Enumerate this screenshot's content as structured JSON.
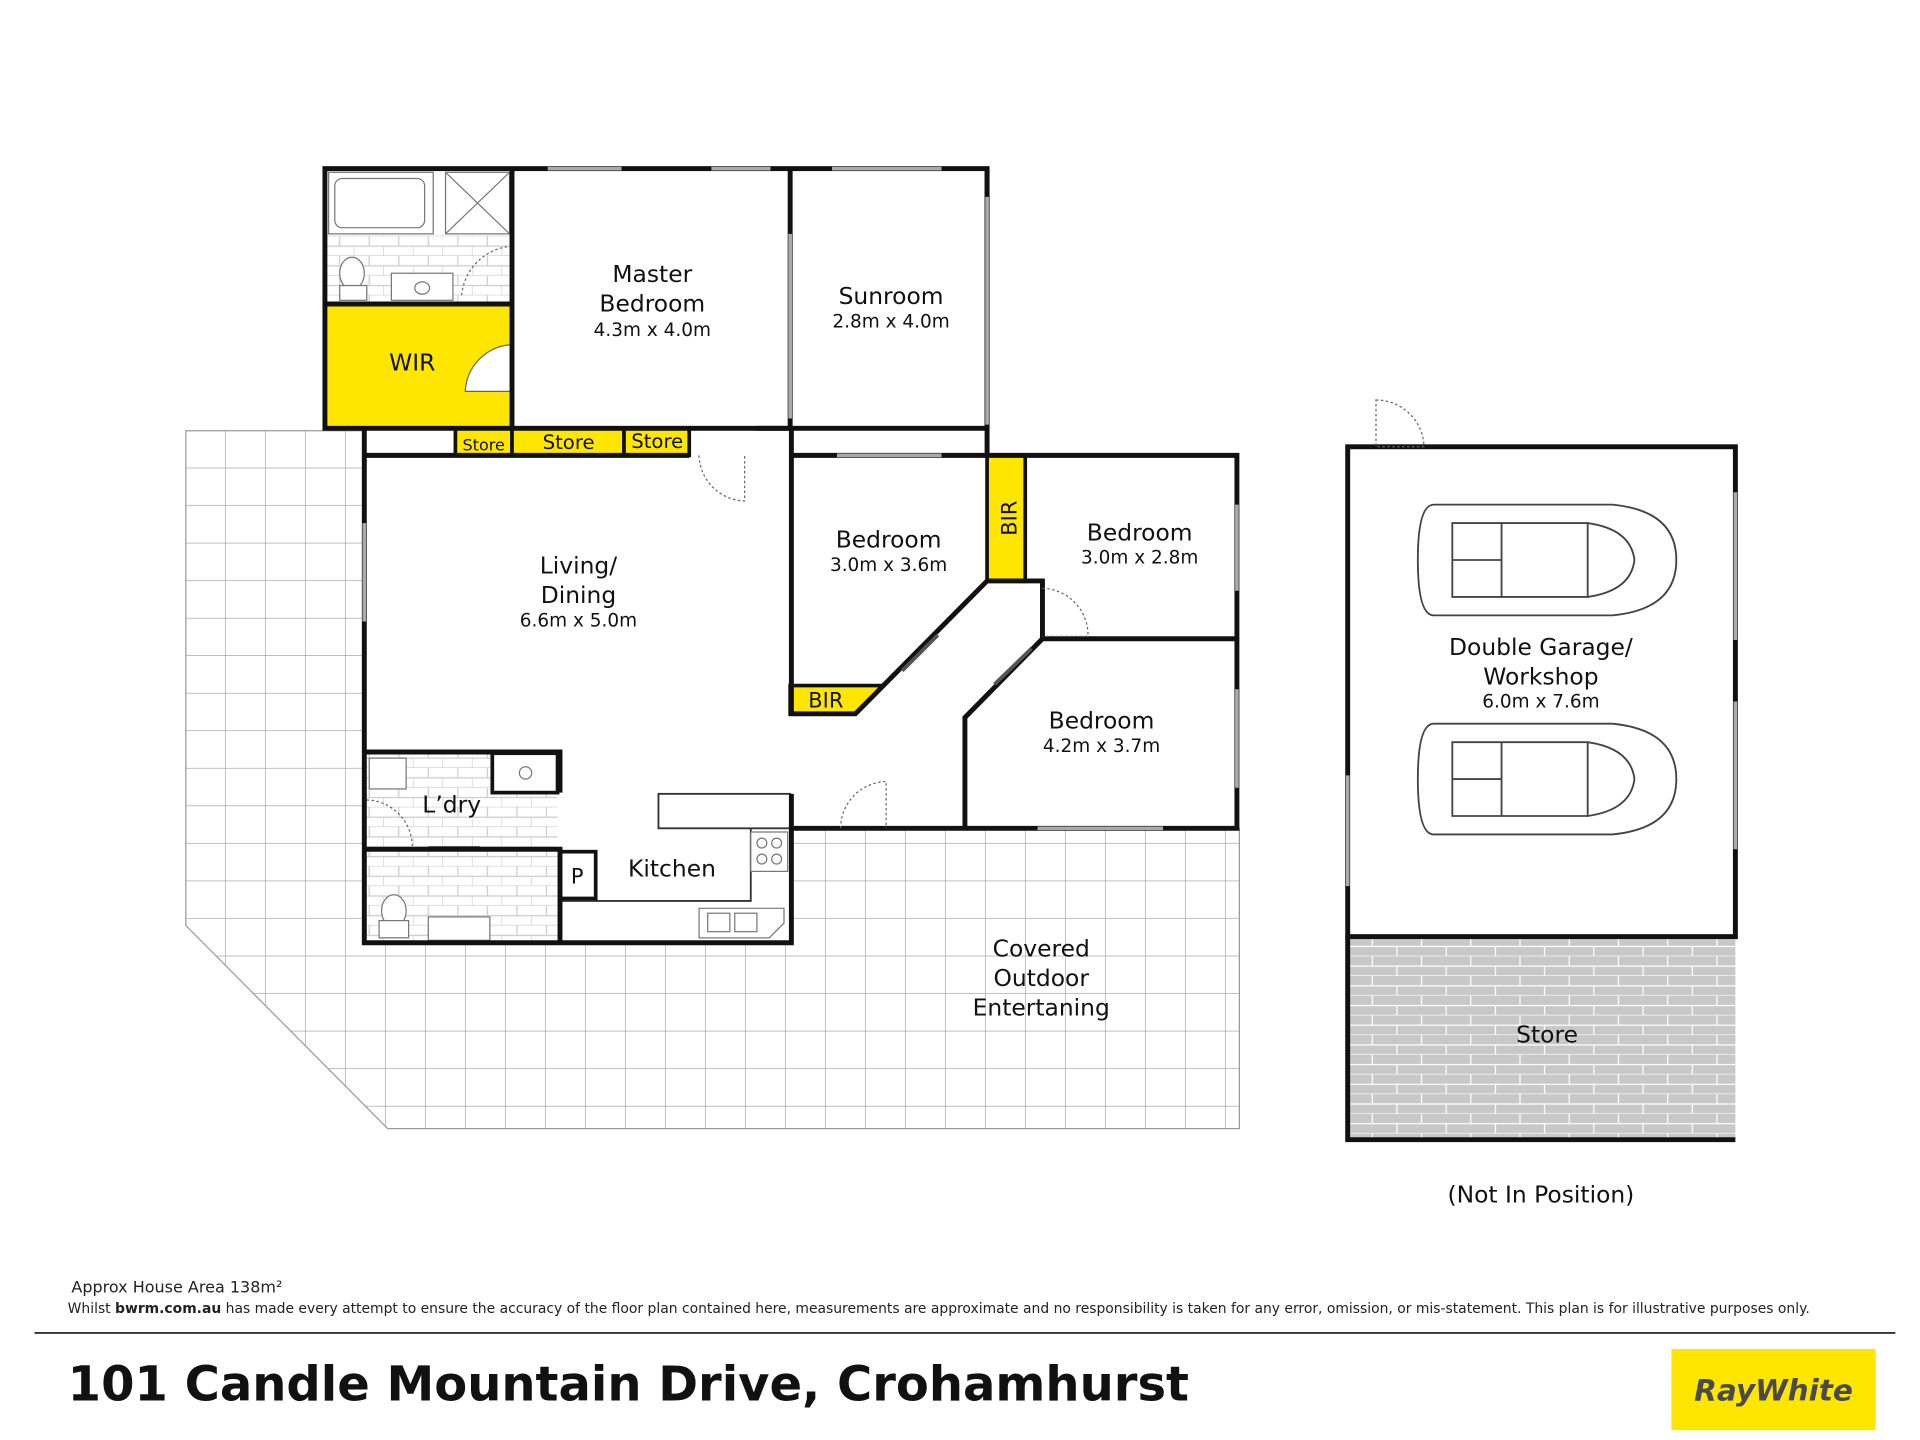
{
  "rooms": {
    "master_bedroom": {
      "name_line1": "Master",
      "name_line2": "Bedroom",
      "size": "4.3m x 4.0m"
    },
    "sunroom": {
      "name": "Sunroom",
      "size": "2.8m x 4.0m"
    },
    "wir": {
      "name": "WIR"
    },
    "stores": [
      "Store",
      "Store",
      "Store"
    ],
    "living": {
      "name_line1": "Living/",
      "name_line2": "Dining",
      "size": "6.6m x 5.0m"
    },
    "bedroom_a": {
      "name": "Bedroom",
      "size": "3.0m x 3.6m"
    },
    "bedroom_b": {
      "name": "Bedroom",
      "size": "3.0m x 2.8m"
    },
    "bedroom_c": {
      "name": "Bedroom",
      "size": "4.2m x 3.7m"
    },
    "bir_vertical": {
      "name": "BIR"
    },
    "bir_horizontal": {
      "name": "BIR"
    },
    "laundry": {
      "name": "L’dry"
    },
    "pantry": {
      "name": "P"
    },
    "kitchen": {
      "name": "Kitchen"
    },
    "outdoor": {
      "line1": "Covered",
      "line2": "Outdoor",
      "line3": "Entertaning"
    },
    "garage": {
      "name_line1": "Double Garage/",
      "name_line2": "Workshop",
      "size": "6.0m x 7.6m"
    },
    "garage_store": {
      "name": "Store"
    },
    "not_in_position": "(Not In Position)"
  },
  "footer": {
    "area": "Approx House Area 138m²",
    "disclaimer_prefix": "Whilst ",
    "disclaimer_site": "bwrm.com.au",
    "disclaimer_rest": " has made every attempt to ensure the accuracy of the floor plan contained here, measurements are approximate and no responsibility is taken for any error, omission, or mis-statement. This plan is for illustrative purposes only.",
    "address": "101 Candle Mountain Drive, Crohamhurst",
    "logo": "RayWhite"
  },
  "colors": {
    "accent": "#ffe600",
    "wall": "#111111",
    "store_fill": "#c8c8c8"
  }
}
